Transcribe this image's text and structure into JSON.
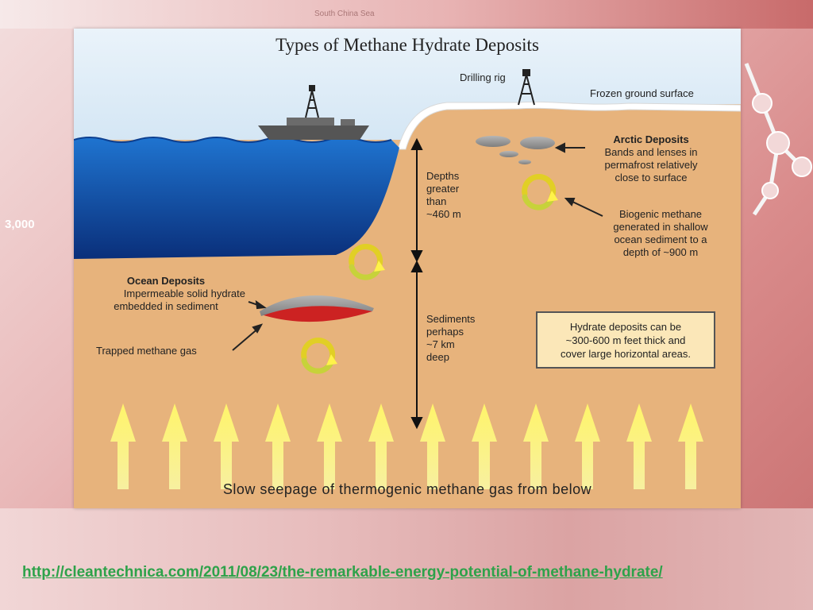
{
  "slide": {
    "background_text": {
      "map_label": "South China Sea",
      "number": "3,000"
    },
    "source_link": "http://cleantechnica.com/2011/08/23/the-remarkable-energy-potential-of-methane-hydrate/"
  },
  "diagram": {
    "title": "Types of Methane Hydrate Deposits",
    "labels": {
      "drilling_rig": "Drilling rig",
      "frozen_ground": "Frozen ground surface",
      "depths": [
        "Depths",
        "greater",
        "than",
        "~460 m"
      ],
      "sediments": [
        "Sediments",
        "perhaps",
        "~7 km",
        "deep"
      ],
      "arctic_title": "Arctic Deposits",
      "arctic_desc": [
        "Bands and lenses in",
        "permafrost relatively",
        "close to surface"
      ],
      "biogenic": [
        "Biogenic methane",
        "generated in shallow",
        "ocean sediment to a",
        "depth of ~900 m"
      ],
      "ocean_title": "Ocean Deposits",
      "ocean_desc": [
        "Impermeable solid hydrate",
        "embedded in sediment"
      ],
      "trapped_gas": "Trapped methane gas",
      "callout": [
        "Hydrate deposits can be",
        "~300-600 m feet thick and",
        "cover large horizontal areas."
      ],
      "bottom_caption": "Slow seepage of thermogenic methane gas from below"
    },
    "colors": {
      "sky": "#cfe3f2",
      "ocean": "#1a5fb4",
      "ocean_deep": "#0b3a8a",
      "sediment": "#eab985",
      "snow": "#ffffff",
      "hydrate": "#9a9a9a",
      "gas": "#cc2222",
      "arrow_yellow": "#fff24a",
      "callout_fill": "#fbe7b8",
      "link": "#2ea24a"
    },
    "icons": [
      "ship-icon",
      "drilling-rig-icon",
      "recycle-arrows-icon",
      "up-arrow-icon"
    ]
  }
}
